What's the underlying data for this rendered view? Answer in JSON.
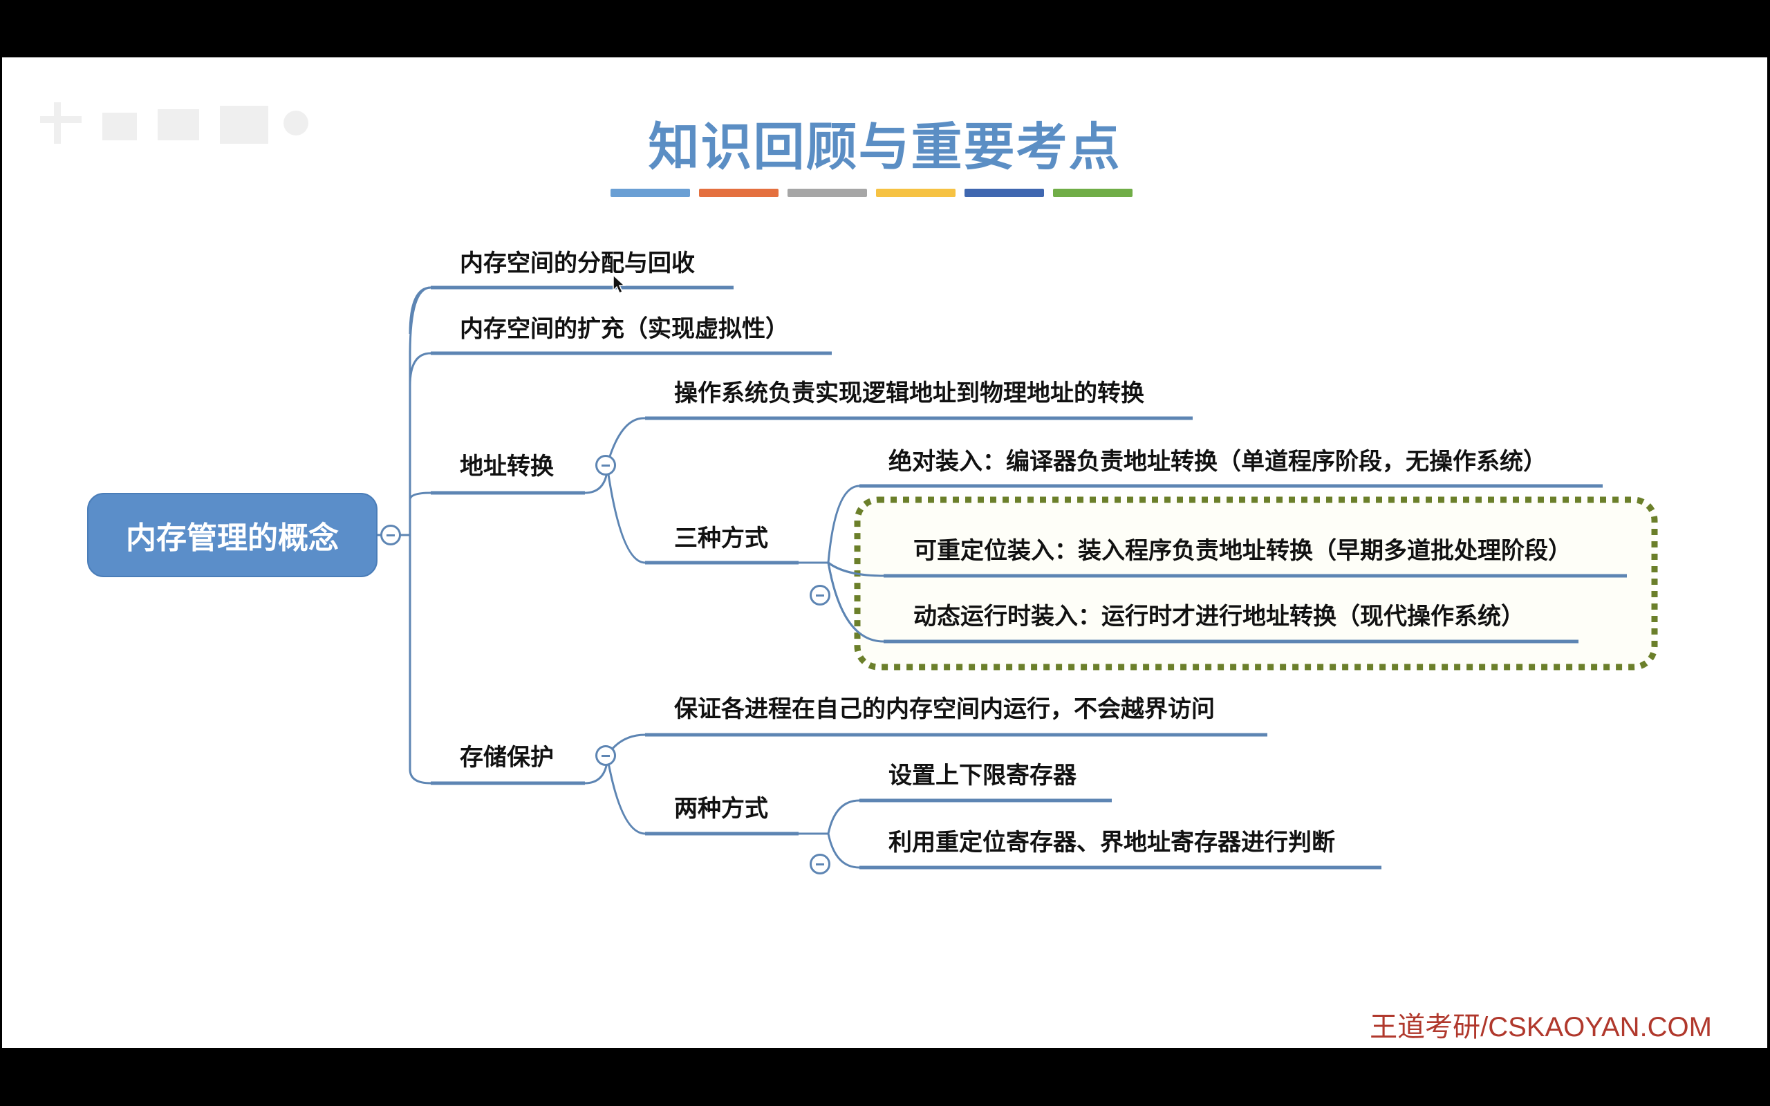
{
  "title": "知识回顾与重要考点",
  "title_bar_colors": [
    "#6a9fd4",
    "#e4703f",
    "#a6a6a6",
    "#f6c243",
    "#3f67b0",
    "#70ad47"
  ],
  "root": {
    "label": "内存管理的概念"
  },
  "branches": {
    "allocation": "内存空间的分配与回收",
    "expansion": "内存空间的扩充（实现虚拟性）",
    "address": {
      "label": "地址转换",
      "detail": "操作系统负责实现逻辑地址到物理地址的转换",
      "methods": {
        "label": "三种方式",
        "items": [
          "绝对装入：编译器负责地址转换（单道程序阶段，无操作系统）",
          "可重定位装入：装入程序负责地址转换（早期多道批处理阶段）",
          "动态运行时装入：运行时才进行地址转换（现代操作系统）"
        ]
      }
    },
    "protection": {
      "label": "存储保护",
      "detail": "保证各进程在自己的内存空间内运行，不会越界访问",
      "methods": {
        "label": "两种方式",
        "items": [
          "设置上下限寄存器",
          "利用重定位寄存器、界地址寄存器进行判断"
        ]
      }
    }
  },
  "footer": "王道考研/CSKAOYAN.COM",
  "colors": {
    "line": "#5d85b3",
    "root_fill": "#5b8ec9",
    "highlight_border": "#6b7f2a",
    "title": "#5b8ec4",
    "footer": "#b0382c"
  },
  "icons": {
    "collapse": "minus-circle-icon",
    "cursor": "mouse-pointer-icon"
  }
}
